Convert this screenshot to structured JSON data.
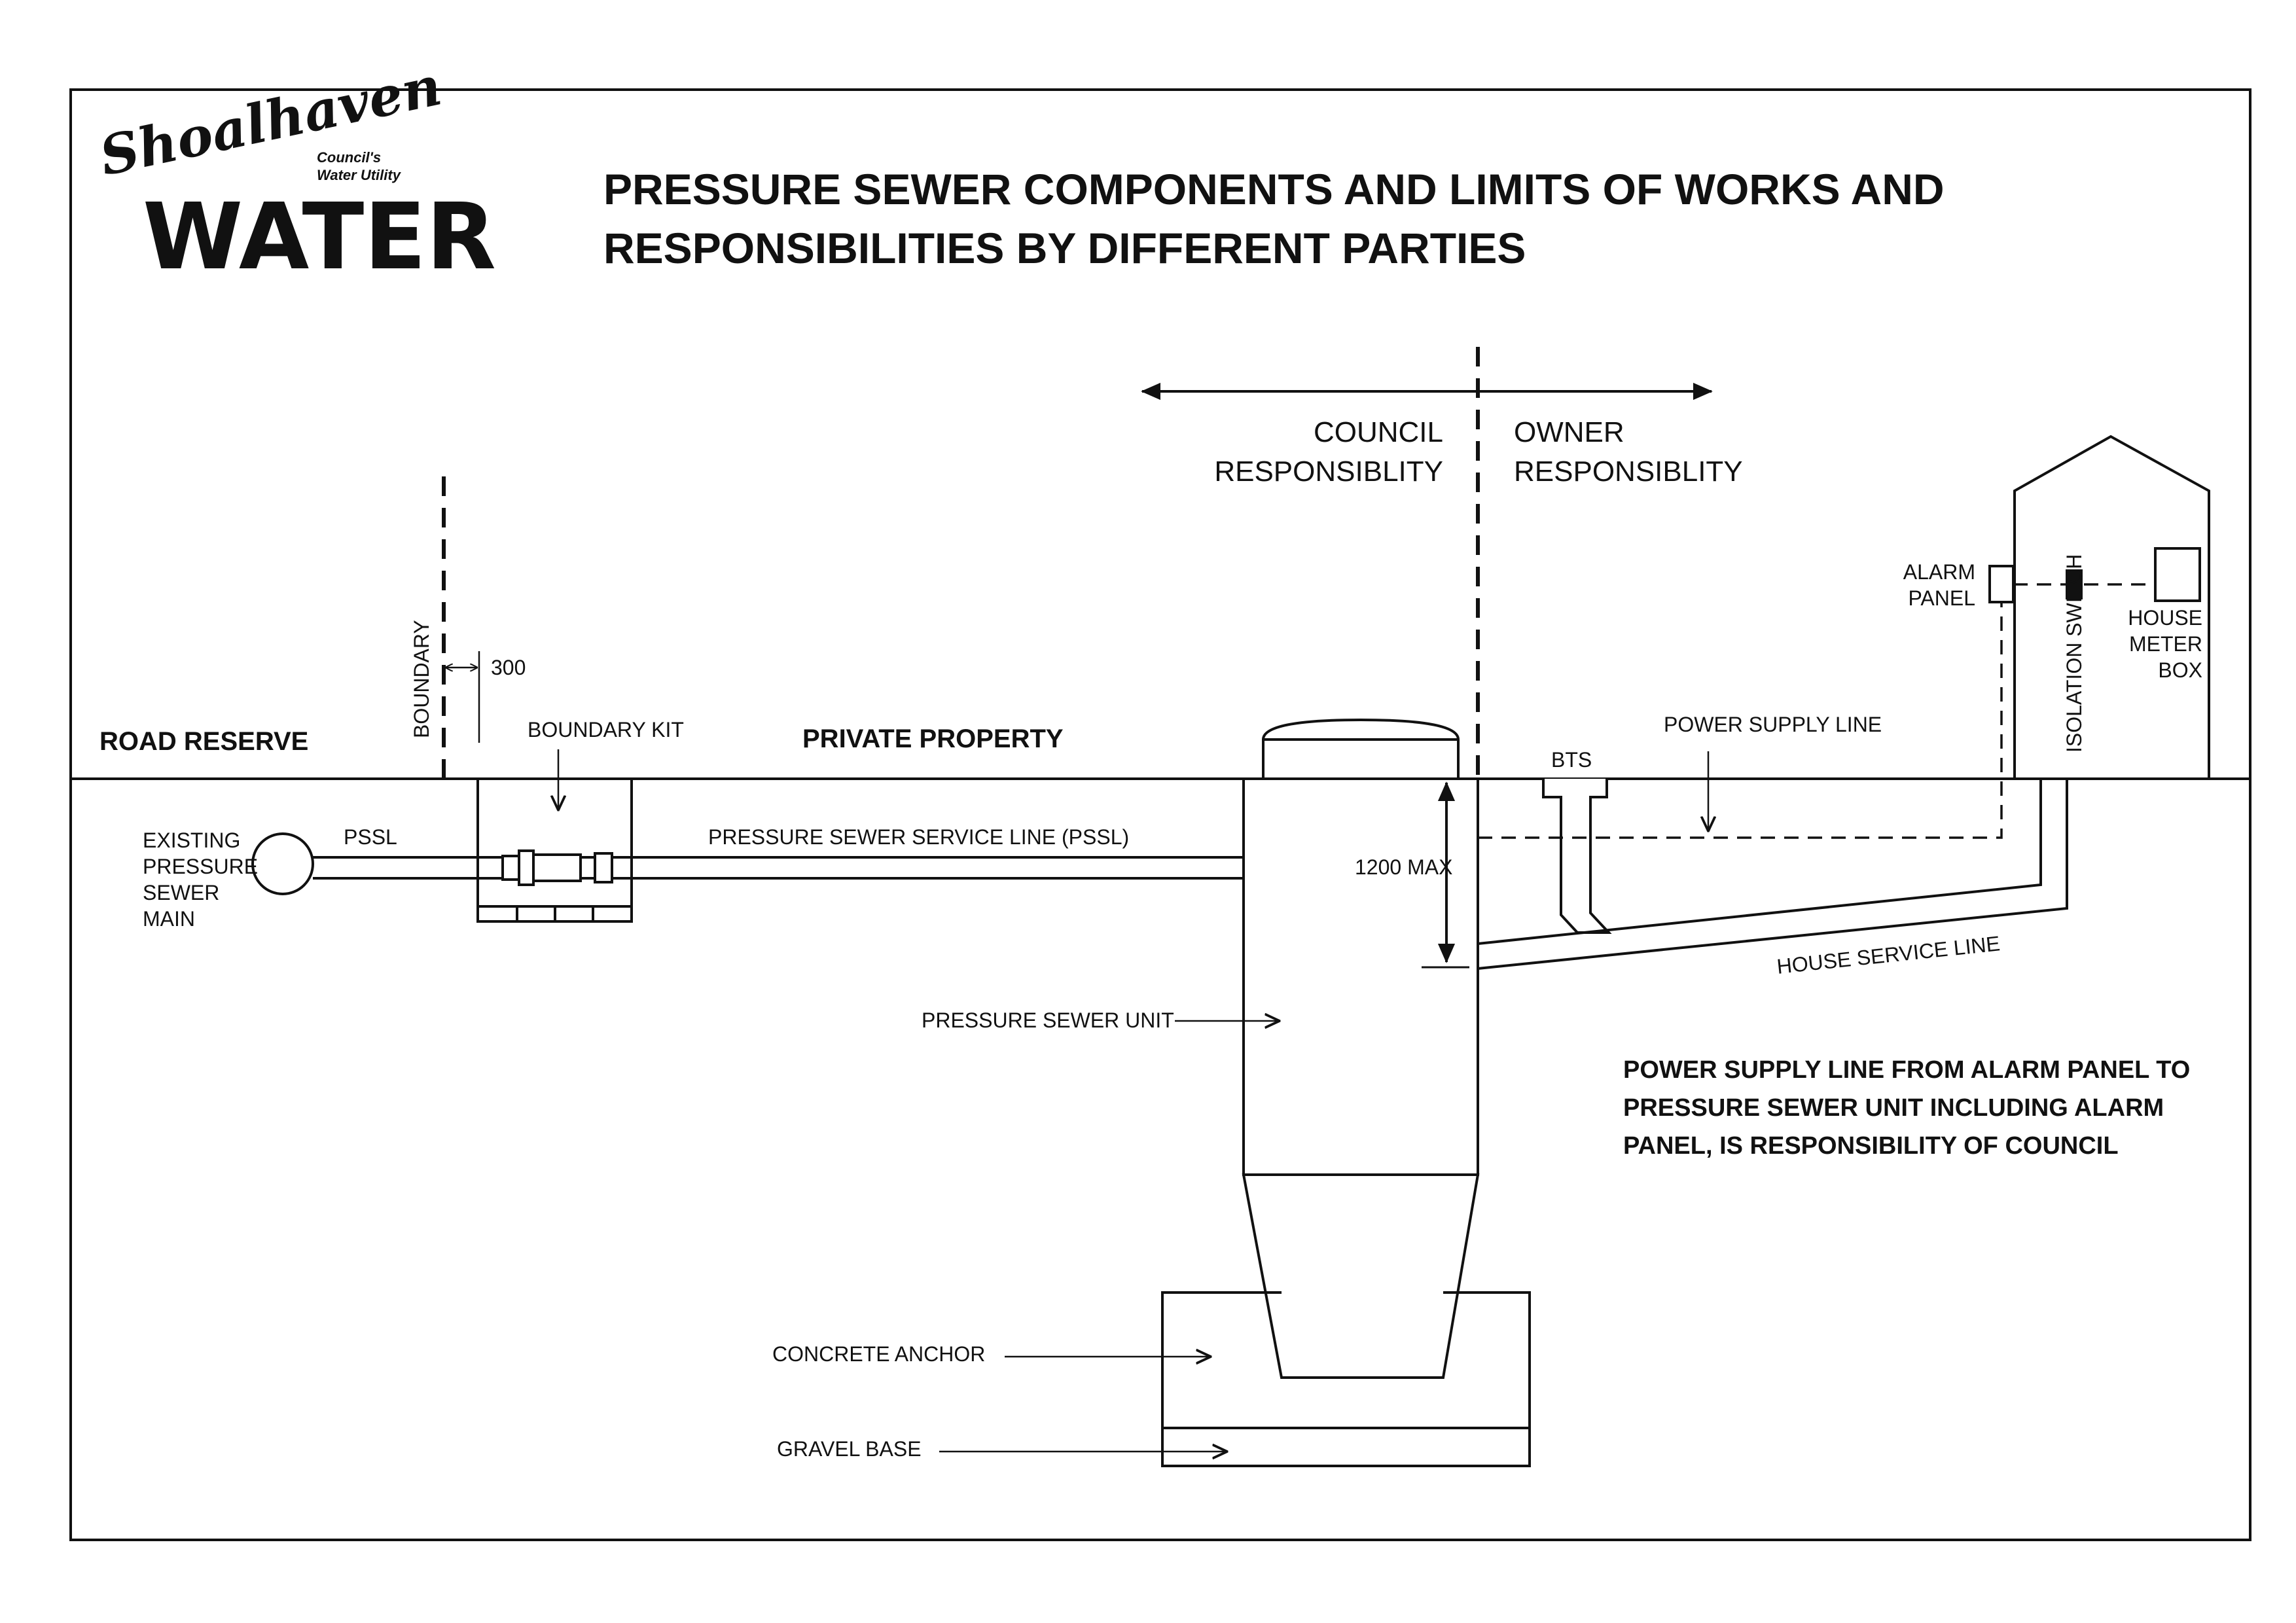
{
  "logo": {
    "script": "Shoalhaven",
    "sub_line1": "Council's",
    "sub_line2": "Water Utility",
    "word": "WATER"
  },
  "title": {
    "line1": "PRESSURE SEWER COMPONENTS AND LIMITS OF WORKS AND",
    "line2": "RESPONSIBILITIES BY DIFFERENT PARTIES"
  },
  "responsibility": {
    "council_line1": "COUNCIL",
    "council_line2": "RESPONSIBLITY",
    "owner_line1": "OWNER",
    "owner_line2": "RESPONSIBLITY"
  },
  "zones": {
    "road_reserve": "ROAD RESERVE",
    "private_property": "PRIVATE PROPERTY"
  },
  "labels": {
    "boundary": "BOUNDARY",
    "dim_300": "300",
    "boundary_kit": "BOUNDARY KIT",
    "existing_main_line1": "EXISTING",
    "existing_main_line2": "PRESSURE",
    "existing_main_line3": "SEWER",
    "existing_main_line4": "MAIN",
    "pssl": "PSSL",
    "pssl_full": "PRESSURE SEWER SERVICE LINE (PSSL)",
    "depth": "1200 MAX",
    "bts": "BTS",
    "power_supply_line": "POWER SUPPLY LINE",
    "house_service_line": "HOUSE SERVICE LINE",
    "alarm_panel_line1": "ALARM",
    "alarm_panel_line2": "PANEL",
    "isolation_switch": "ISOLATION SWITCH",
    "meter_box_line1": "HOUSE",
    "meter_box_line2": "METER",
    "meter_box_line3": "BOX",
    "pressure_sewer_unit": "PRESSURE SEWER UNIT",
    "concrete_anchor": "CONCRETE ANCHOR",
    "gravel_base": "GRAVEL BASE"
  },
  "note": {
    "line1": "POWER SUPPLY LINE FROM ALARM PANEL TO",
    "line2": "PRESSURE SEWER UNIT INCLUDING ALARM",
    "line3": "PANEL, IS RESPONSIBILITY OF COUNCIL"
  },
  "colors": {
    "line": "#111111",
    "background": "#ffffff"
  }
}
